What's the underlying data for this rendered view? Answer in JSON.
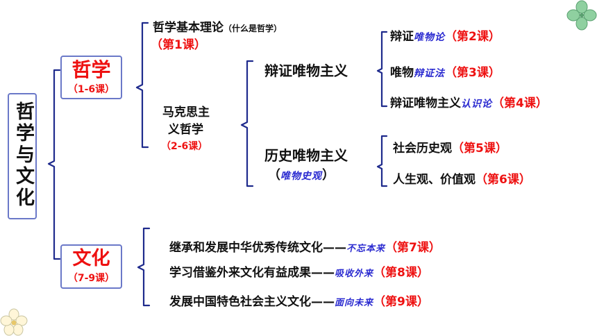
{
  "root": "哲学与文化",
  "philosophy": {
    "title": "哲学",
    "range": "（1-6课）",
    "basic": {
      "label": "哲学基本理论",
      "note": "（什么是哲学）",
      "lesson": "（第1课）"
    },
    "marxism": {
      "line1": "马克思主",
      "line2": "义哲学",
      "range": "（2-6课）"
    },
    "dialectical": {
      "title": "辩证唯物主义",
      "items": [
        {
          "prefix": "辩证",
          "special": "唯物论",
          "lesson": "（第2课）"
        },
        {
          "prefix": "唯物",
          "special": "辩证法",
          "lesson": "（第3课）"
        },
        {
          "prefix": "辩证唯物主义",
          "special": "认识论",
          "lesson": "（第4课）"
        }
      ]
    },
    "historical": {
      "title": "历史唯物主义",
      "sub_open": "（",
      "sub_special": "唯物史观",
      "sub_close": "）",
      "items": [
        {
          "prefix": "社会历史观",
          "lesson": "（第5课）"
        },
        {
          "prefix": "人生观、价值观",
          "lesson": "（第6课）"
        }
      ]
    }
  },
  "culture": {
    "title": "文化",
    "range": "（7-9课）",
    "items": [
      {
        "prefix": "继承和发展中华优秀传统文化——",
        "special": "不忘本来",
        "lesson": "（第7课）"
      },
      {
        "prefix": "学习借鉴外来文化有益成果——",
        "special": "吸收外来",
        "lesson": "（第8课）"
      },
      {
        "prefix": "发展中国特色社会主义文化——",
        "special": "面向未来",
        "lesson": "（第9课）"
      }
    ]
  },
  "colors": {
    "bracket": "#1e2a8c",
    "red": "#ee1111",
    "special_blue": "#2a2ad0",
    "root_border": "#6a78c8",
    "leaf": "#7ac08a"
  }
}
